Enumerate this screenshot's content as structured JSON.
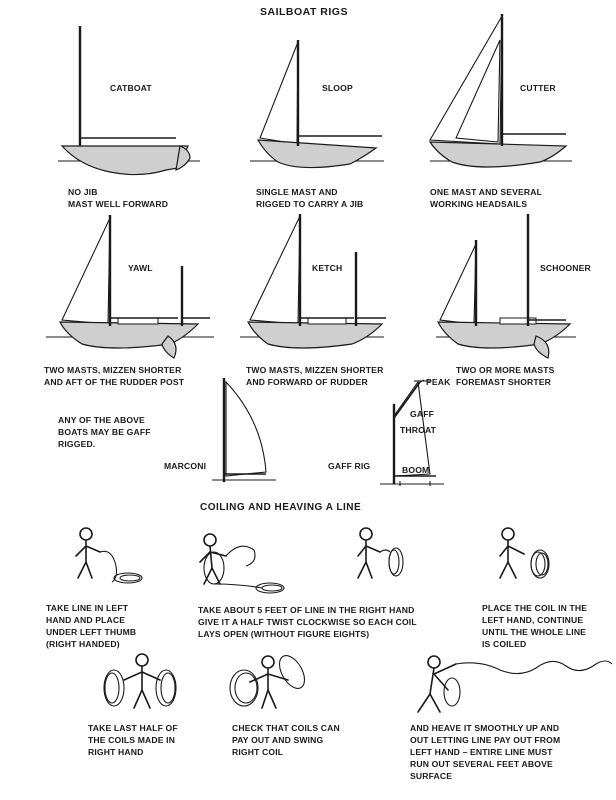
{
  "title": "SAILBOAT RIGS",
  "rigs": {
    "catboat": {
      "name": "CATBOAT",
      "desc": "NO JIB\nMAST WELL FORWARD"
    },
    "sloop": {
      "name": "SLOOP",
      "desc": "SINGLE MAST AND\nRIGGED TO CARRY A JIB"
    },
    "cutter": {
      "name": "CUTTER",
      "desc": "ONE MAST AND SEVERAL\nWORKING HEADSAILS"
    },
    "yawl": {
      "name": "YAWL",
      "desc": "TWO MASTS, MIZZEN SHORTER\nAND AFT OF THE RUDDER POST"
    },
    "ketch": {
      "name": "KETCH",
      "desc": "TWO MASTS, MIZZEN SHORTER\nAND FORWARD OF RUDDER"
    },
    "schooner": {
      "name": "SCHOONER",
      "desc": "TWO OR MORE MASTS\nFOREMAST SHORTER"
    }
  },
  "gaff_note": "ANY OF THE ABOVE\nBOATS MAY BE GAFF\nRIGGED.",
  "marconi_label": "MARCONI",
  "gaff_rig": {
    "label": "GAFF RIG",
    "peak": "PEAK",
    "gaff": "GAFF",
    "throat": "THROAT",
    "boom": "BOOM"
  },
  "coiling_title": "COILING AND HEAVING A LINE",
  "steps": [
    "TAKE LINE IN LEFT\nHAND AND PLACE\nUNDER LEFT THUMB\n(RIGHT HANDED)",
    "TAKE ABOUT 5 FEET OF LINE IN THE RIGHT HAND\nGIVE IT A HALF TWIST CLOCKWISE SO EACH COIL\nLAYS OPEN (WITHOUT FIGURE EIGHTS)",
    "PLACE THE COIL IN THE\nLEFT HAND, CONTINUE\nUNTIL THE WHOLE LINE\nIS COILED",
    "TAKE LAST HALF OF\nTHE COILS MADE IN\nRIGHT HAND",
    "CHECK THAT COILS CAN\nPAY OUT AND SWING\nRIGHT COIL",
    "AND HEAVE IT SMOOTHLY UP AND\nOUT LETTING LINE PAY OUT FROM\nLEFT HAND – ENTIRE LINE MUST\nRUN OUT SEVERAL FEET ABOVE\nSURFACE"
  ]
}
